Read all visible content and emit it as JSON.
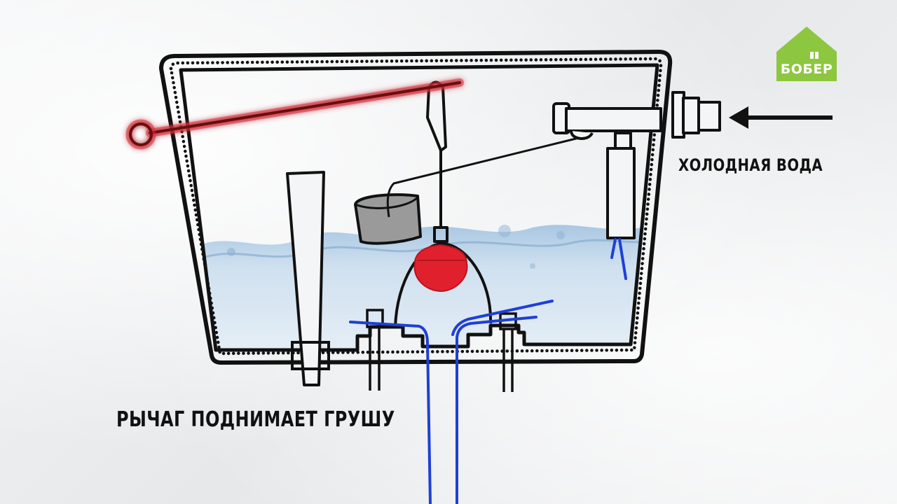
{
  "labels": {
    "cold_water": "ХОЛОДНАЯ ВОДА",
    "lever_lifts_bulb": "РЫЧАГ ПОДНИМАЕТ ГРУШУ"
  },
  "logo": {
    "text": "БОБЕР",
    "icon": "house-icon",
    "color": "#8dc63f"
  },
  "colors": {
    "outline": "#111111",
    "lever_highlight": "#d8323c",
    "bulb": "#e0212d",
    "water": "#b9d4ea",
    "flow_lines": "#1f3fd6",
    "float": "#9a9a9a"
  }
}
